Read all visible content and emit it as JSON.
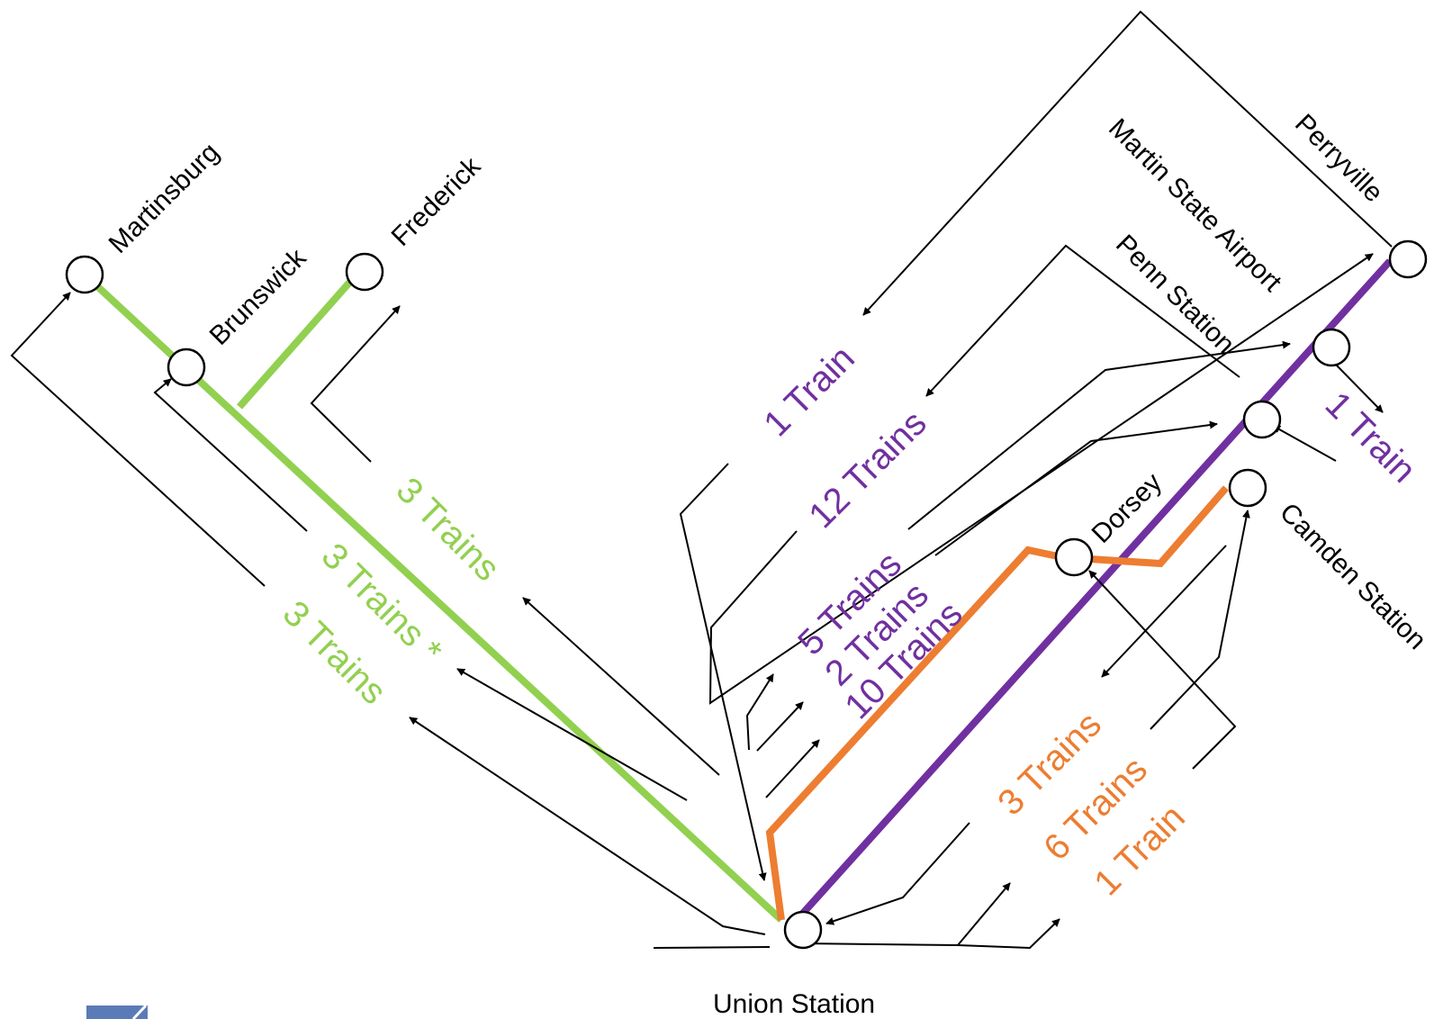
{
  "colors": {
    "marc_brunswick_line": "#92D050",
    "marc_penn_line": "#7030A0",
    "marc_camden_line": "#ED7D31",
    "connector": "#000000",
    "logo_block": "#5B7BB7"
  },
  "stations": {
    "martinsburg": "Martinsburg",
    "brunswick": "Brunswick",
    "frederick": "Frederick",
    "perryville": "Perryville",
    "martin_state_airport": "Martin State Airport",
    "penn_station": "Penn Station",
    "dorsey": "Dorsey",
    "camden_station": "Camden Station",
    "union_station": "Union Station"
  },
  "train_counts": {
    "frederick": "3 Trains",
    "brunswick": "3 Trains *",
    "martinsburg": "3 Trains",
    "perryville": "1 Train",
    "martin_state_airport": "12 Trains",
    "penn_a": "5 Trains",
    "penn_b": "2 Trains",
    "penn_c": "10 Trains",
    "martin_state_to_penn": "1 Train",
    "dorsey": "3 Trains",
    "camden_a": "6 Trains",
    "camden_b": "1 Train"
  }
}
